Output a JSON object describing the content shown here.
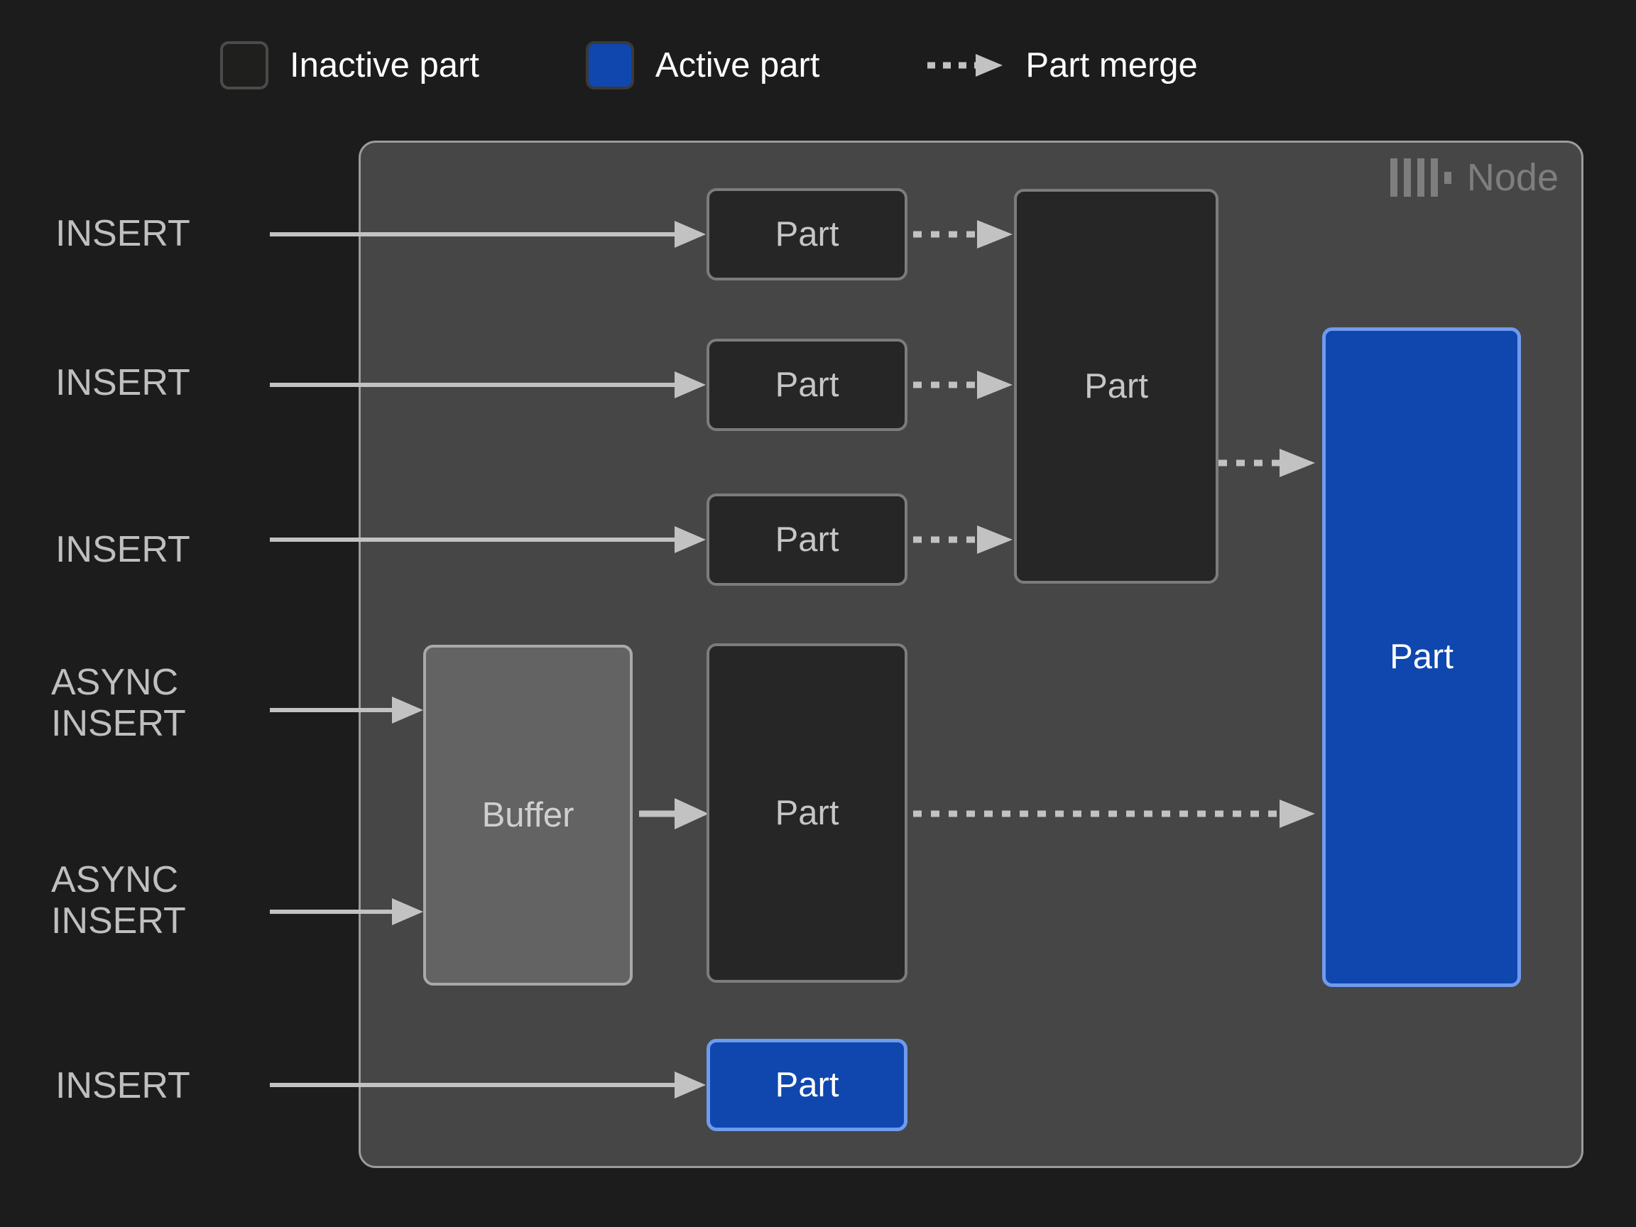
{
  "page": {
    "background": "#1c1c1c",
    "title": "ClickHouse node insert and part merge diagram"
  },
  "legend": {
    "items": [
      {
        "icon": "inactive-part-swatch",
        "label": "Inactive part",
        "color": "#1f1f1e",
        "border": "#4b4b49"
      },
      {
        "icon": "active-part-swatch",
        "label": "Active part",
        "color": "#0f47ae",
        "border": "#3a3a39"
      },
      {
        "icon": "part-merge-arrow",
        "label": "Part merge",
        "color": "#c2c2c2"
      }
    ]
  },
  "node": {
    "title": "Node",
    "logo": "clickhouse-logo",
    "background": "#464646",
    "border": "#9b9b9b"
  },
  "flows": [
    {
      "id": "insert-1",
      "label": "INSERT"
    },
    {
      "id": "insert-2",
      "label": "INSERT"
    },
    {
      "id": "insert-3",
      "label": "INSERT"
    },
    {
      "id": "async-insert-1",
      "label": "ASYNC\nINSERT"
    },
    {
      "id": "async-insert-2",
      "label": "ASYNC\nINSERT"
    },
    {
      "id": "insert-4",
      "label": "INSERT"
    }
  ],
  "boxes": {
    "part_row_1": {
      "label": "Part",
      "state": "inactive"
    },
    "part_row_2": {
      "label": "Part",
      "state": "inactive"
    },
    "part_row_3": {
      "label": "Part",
      "state": "inactive"
    },
    "merged_part": {
      "label": "Part",
      "state": "inactive"
    },
    "buffer": {
      "label": "Buffer",
      "state": "buffer"
    },
    "async_part": {
      "label": "Part",
      "state": "inactive"
    },
    "final_part": {
      "label": "Part",
      "state": "active"
    },
    "bottom_part": {
      "label": "Part",
      "state": "active"
    }
  },
  "colors": {
    "inactive_fill": "#262626",
    "inactive_border": "#7c7c7c",
    "active_fill": "#0f47ae",
    "active_border": "#6f9bee",
    "buffer_fill": "#636363",
    "buffer_border": "#a9a9a9",
    "line": "#c2c2c2",
    "text_primary": "#ffffff",
    "text_muted": "#bfbfbf",
    "node_label": "#7e7e7e"
  }
}
